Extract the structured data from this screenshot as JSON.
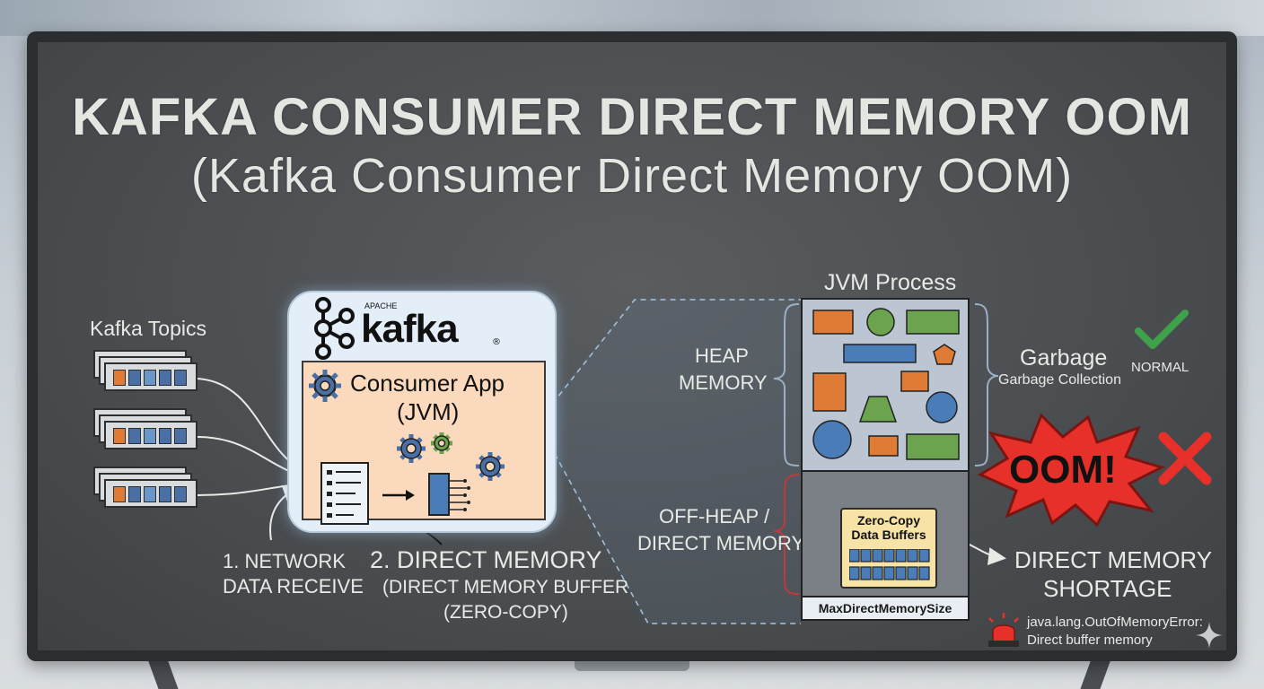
{
  "title": {
    "line1": "KAFKA CONSUMER DIRECT MEMORY OOM",
    "line2": "(Kafka Consumer Direct Memory OOM)"
  },
  "topics": {
    "label": "Kafka Topics",
    "cell_colors": [
      "#e07b35",
      "#4a6fa5",
      "#6a96c8",
      "#4a6fa5",
      "#4a6fa5"
    ]
  },
  "kafka": {
    "logo_small": "APACHE",
    "logo": "kafka",
    "logo_mark": "®",
    "consumer_title": "Consumer App",
    "consumer_sub": "(JVM)"
  },
  "steps": {
    "step1_line1": "1. NETWORK",
    "step1_line2": "DATA RECEIVE",
    "step2_line1": "2. DIRECT MEMORY",
    "step2_line2": "(DIRECT MEMORY BUFFER",
    "step2_line3": "(ZERO-COPY)"
  },
  "jvm": {
    "title": "JVM Process",
    "heap_line1": "HEAP",
    "heap_line2": "MEMORY",
    "offheap_line1": "OFF-HEAP /",
    "offheap_line2": "DIRECT MEMORY",
    "zero_copy_line1": "Zero-Copy",
    "zero_copy_line2": "Data Buffers",
    "max_direct": "MaxDirectMemorySize",
    "gc_title": "Garbage",
    "gc_sub": "Garbage Collection",
    "normal": "NORMAL"
  },
  "oom": {
    "burst": "OOM!",
    "shortage_line1": "DIRECT MEMORY",
    "shortage_line2": "SHORTAGE",
    "error_line1": "java.lang.OutOfMemoryError:",
    "error_line2": "Direct buffer memory"
  },
  "colors": {
    "orange": "#e07b35",
    "green": "#6ba34e",
    "blue": "#4a7db8",
    "red": "#e8302a",
    "check": "#3fa14a"
  }
}
